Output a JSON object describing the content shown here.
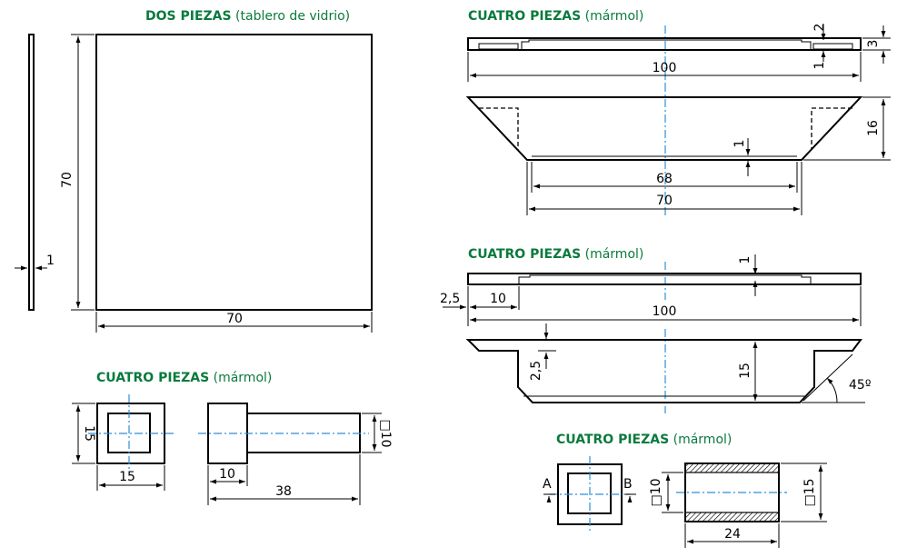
{
  "titles": {
    "glass_bold": "DOS PIEZAS",
    "glass_rest": " (tablero de vidrio)",
    "marble1_bold": "CUATRO PIEZAS",
    "marble1_rest": " (mármol)",
    "marble2_bold": "CUATRO PIEZAS",
    "marble2_rest": " (mármol)",
    "marble3_bold": "CUATRO PIEZAS",
    "marble3_rest": " (mármol)",
    "marble4_bold": "CUATRO PIEZAS",
    "marble4_rest": " (mármol)"
  },
  "dims": {
    "glass_height": "70",
    "glass_width": "70",
    "glass_thickness": "1",
    "top_rail_length": "100",
    "top_rail_groove": "2",
    "top_rail_height": "3",
    "top_rail_lip": "1",
    "trap_height": "16",
    "trap_lip": "1",
    "trap_inner": "68",
    "trap_outer": "70",
    "mid_rail_lip": "1",
    "mid_rail_offset": "2,5",
    "mid_rail_notch": "10",
    "mid_rail_length": "100",
    "lower_step": "2,5",
    "lower_height": "15",
    "lower_angle": "45º",
    "leg_square": "15",
    "leg_square_side": "15",
    "leg_head": "10",
    "leg_length": "38",
    "leg_shaft": "□10",
    "foot_section_a": "A",
    "foot_section_b": "B",
    "foot_inner": "□10",
    "foot_outer": "□15",
    "foot_length": "24"
  },
  "colors": {
    "title": "#0a7a3c",
    "centerline": "#2e8fd6",
    "line": "#000000"
  }
}
